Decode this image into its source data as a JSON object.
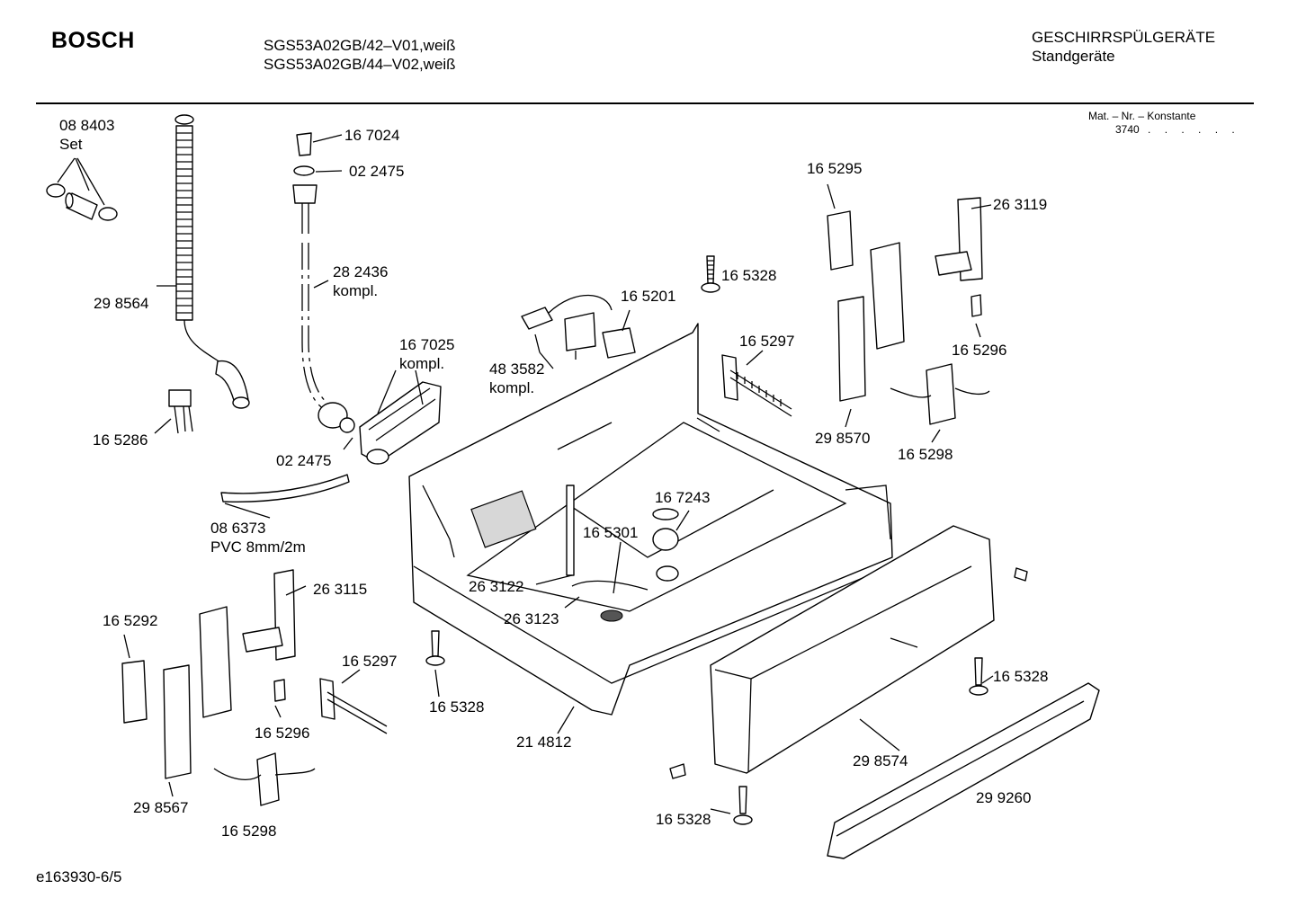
{
  "header": {
    "brand": "BOSCH",
    "models": [
      "SGS53A02GB/42–V01,weiß",
      "SGS53A02GB/44–V02,weiß"
    ],
    "category": "GESCHIRRSPÜLGERÄTE",
    "subcategory": "Standgeräte"
  },
  "mat_info": {
    "title": "Mat. – Nr. – Konstante",
    "value": "3740"
  },
  "footer": {
    "doc_id": "e163930-6/5"
  },
  "parts": [
    {
      "number": "08 8403",
      "note": "Set"
    },
    {
      "number": "29 8564"
    },
    {
      "number": "16 5286"
    },
    {
      "number": "16 7024"
    },
    {
      "number": "02 2475"
    },
    {
      "number": "28 2436",
      "note": "kompl."
    },
    {
      "number": "16 7025",
      "note": "kompl."
    },
    {
      "number": "02 2475"
    },
    {
      "number": "08 6373",
      "note": "PVC 8mm/2m"
    },
    {
      "number": "48 3582",
      "note": "kompl."
    },
    {
      "number": "16 5201"
    },
    {
      "number": "16 5328"
    },
    {
      "number": "16 5297"
    },
    {
      "number": "16 5295"
    },
    {
      "number": "26 3119"
    },
    {
      "number": "16 5296"
    },
    {
      "number": "29 8570"
    },
    {
      "number": "16 5298"
    },
    {
      "number": "16 7243"
    },
    {
      "number": "16 5301"
    },
    {
      "number": "26 3122"
    },
    {
      "number": "26 3123"
    },
    {
      "number": "26 3115"
    },
    {
      "number": "16 5292"
    },
    {
      "number": "16 5297"
    },
    {
      "number": "16 5296"
    },
    {
      "number": "16 5328"
    },
    {
      "number": "21 4812"
    },
    {
      "number": "29 8567"
    },
    {
      "number": "16 5298"
    },
    {
      "number": "16 5328"
    },
    {
      "number": "29 8574"
    },
    {
      "number": "29 9260"
    },
    {
      "number": "16 5328"
    }
  ]
}
